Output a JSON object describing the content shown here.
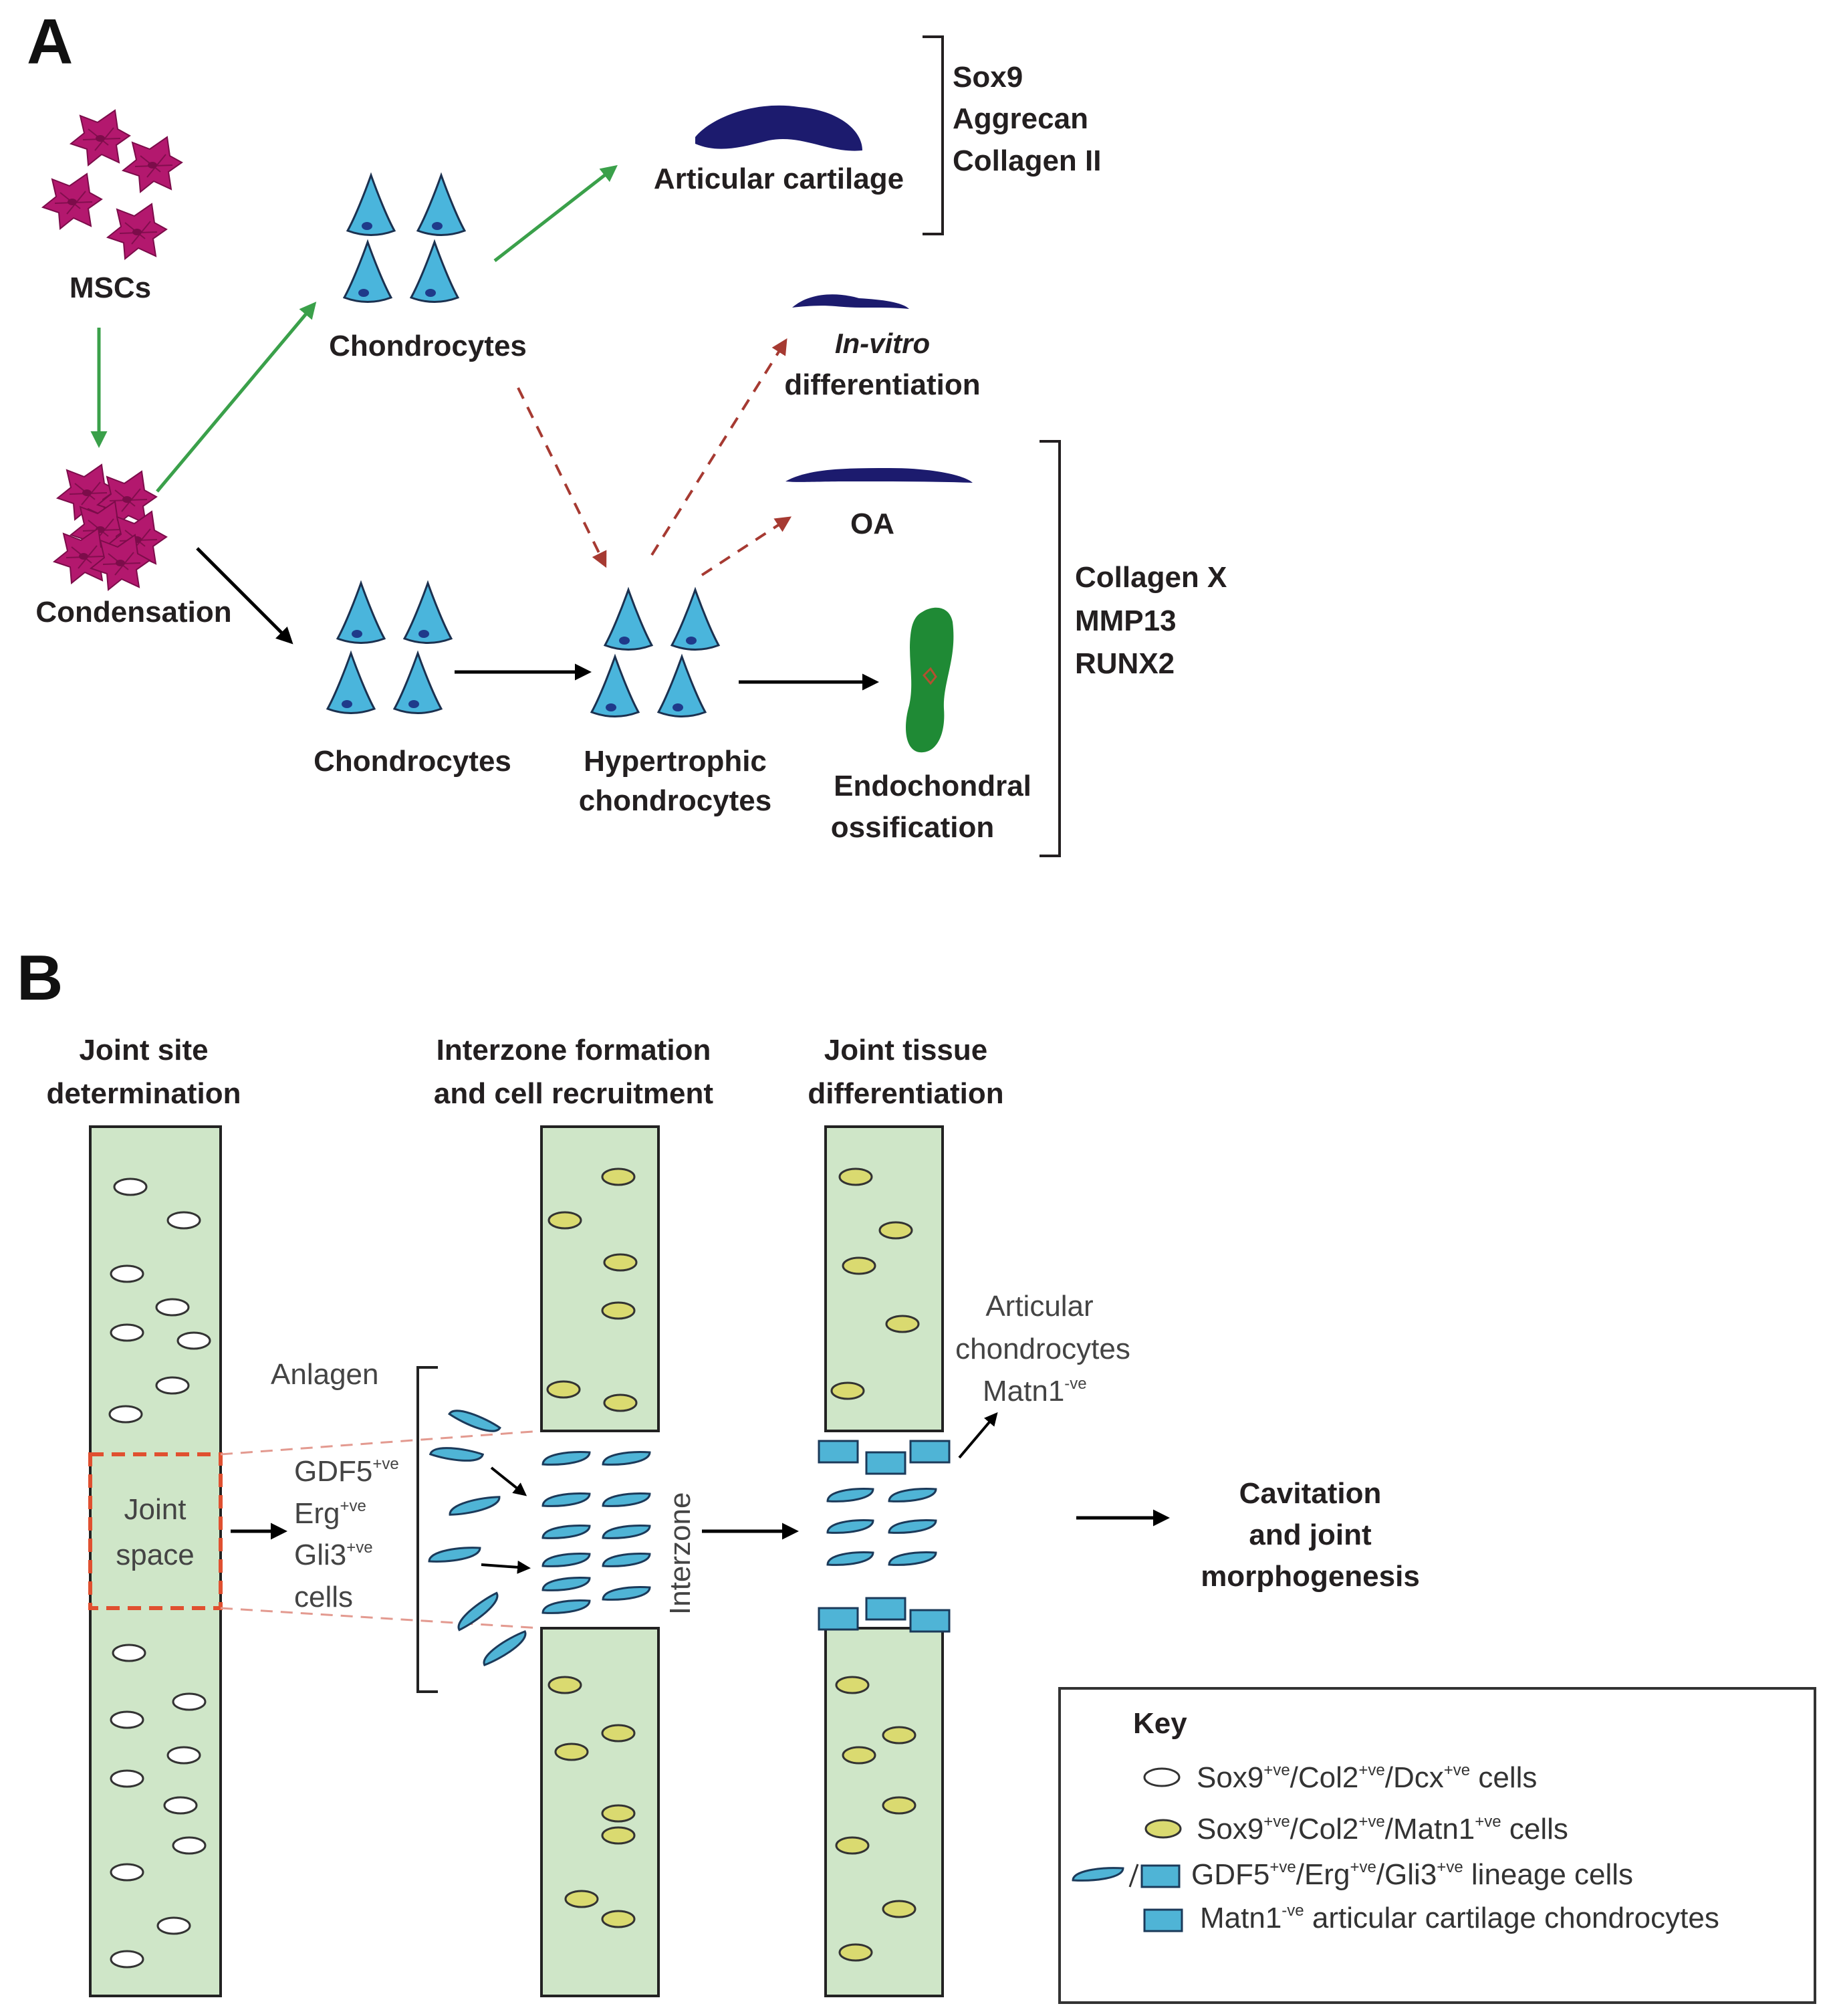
{
  "colors": {
    "msc": "#b3186e",
    "chondrocyte": "#4ab5dc",
    "nucleus": "#1f3a8a",
    "navy": "#1c1b6e",
    "green_arrow": "#3aa04a",
    "red_arrow": "#a63a32",
    "ossification": "#1f8a35",
    "tissue": "#cfe6c8",
    "white_cell": "#ffffff",
    "yellow_cell": "#dada70",
    "blue_cell": "#4fb4d6",
    "dashed_box": "#e05030",
    "dashed_line": "#e39a90"
  },
  "panel_a": {
    "label": "A",
    "mscs": "MSCs",
    "condensation": "Condensation",
    "chondrocytes_top": "Chondrocytes",
    "chondrocytes_bottom": "Chondrocytes",
    "articular_cartilage": "Articular cartilage",
    "invitro_line1": "In-vitro",
    "invitro_line2": "differentiation",
    "oa": "OA",
    "hypertrophic_line1": "Hypertrophic",
    "hypertrophic_line2": "chondrocytes",
    "endo_line1": "Endochondral",
    "endo_line2": "ossification",
    "markers_top": [
      "Sox9",
      "Aggrecan",
      "Collagen II"
    ],
    "markers_bottom": [
      "Collagen X",
      "MMP13",
      "RUNX2"
    ]
  },
  "panel_b": {
    "label": "B",
    "col1_line1": "Joint site",
    "col1_line2": "determination",
    "col2_line1": "Interzone formation",
    "col2_line2": "and cell recruitment",
    "col3_line1": "Joint tissue",
    "col3_line2": "differentiation",
    "joint_line1": "Joint",
    "joint_line2": "space",
    "anlagen": "Anlagen",
    "gdf5": "GDF5",
    "erg": "Erg",
    "gli3": "Gli3",
    "cells": "cells",
    "sup_pos": "+ve",
    "sup_neg": "-ve",
    "interzone": "Interzone",
    "articular_line1": "Articular",
    "articular_line2": "chondrocytes",
    "articular_line3": "Matn1",
    "final_line1": "Cavitation",
    "final_line2": "and joint",
    "final_line3": "morphogenesis",
    "key": {
      "title": "Key",
      "item1": {
        "a": "Sox9",
        "b": "/Col2",
        "c": "/Dcx",
        "d": " cells"
      },
      "item2": {
        "a": "Sox9",
        "b": "/Col2",
        "c": "/Matn1",
        "d": " cells"
      },
      "item3": {
        "a": "GDF5",
        "b": "/Erg",
        "c": "/Gli3",
        "d": " lineage cells"
      },
      "item4": {
        "a": "Matn1",
        "d": " articular cartilage chondrocytes"
      }
    }
  }
}
